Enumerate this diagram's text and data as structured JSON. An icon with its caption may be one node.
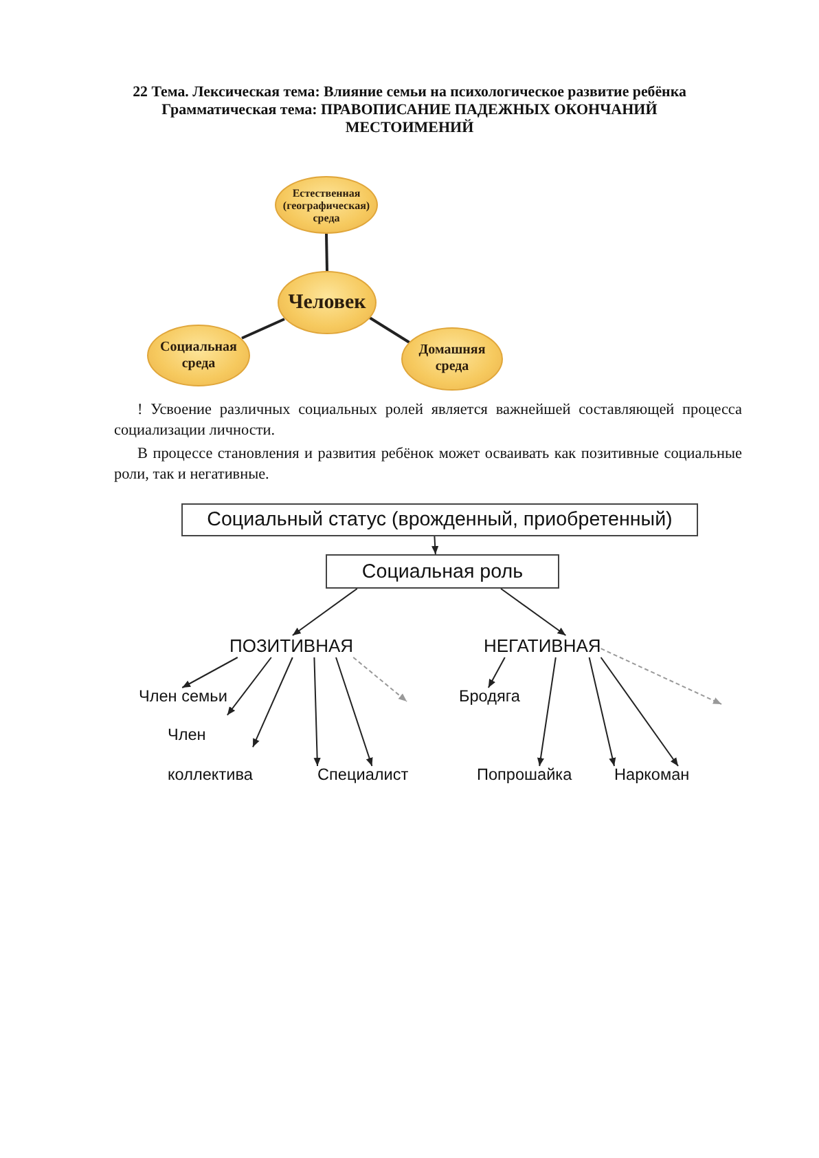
{
  "diagram": {
    "title": "22 Тема. Лексическая тема: Влияние семьи на психологическое развитие ребёнка",
    "nodes": [
      {
        "text": [
          "Естественная (географическая) среда"
        ]
      },
      {
        "text": [
          "Человек"
        ]
      },
      {
        "text": [
          "Социальная среда"
        ]
      },
      {
        "text": [
          "Домашняя среда"
        ]
      },
      {
        "text": [
          "Социальный статус (врожденный, приобретенный)"
        ]
      },
      {
        "text": [
          "Социальная роль"
        ]
      },
      {
        "text": [
          "ПОЗИТИВНАЯ"
        ]
      },
      {
        "text": [
          "НЕГАТИВНАЯ"
        ]
      },
      {
        "text": [
          "Член семьи"
        ]
      },
      {
        "text": [
          "Бродяга"
        ]
      },
      {
        "text": [
          "Член коллектива"
        ]
      },
      {
        "text": [
          "Специалист"
        ]
      },
      {
        "text": [
          "Попрошайка"
        ]
      },
      {
        "text": [
          "Наркоман"
        ]
      }
    ],
    "edges": [
      {
        "from": 1,
        "to": 0,
        "arrow": "none"
      },
      {
        "from": 1,
        "to": 2,
        "arrow": "none"
      },
      {
        "from": 1,
        "to": 3,
        "arrow": "none"
      },
      {
        "from": 4,
        "to": 5,
        "arrow": "to"
      },
      {
        "from": 5,
        "to": 6,
        "arrow": "to"
      },
      {
        "from": 5,
        "to": 7,
        "arrow": "to"
      },
      {
        "from": 6,
        "to": 8,
        "arrow": "to"
      },
      {
        "from": 6,
        "to": 10,
        "arrow": "to"
      },
      {
        "from": 6,
        "to": 10,
        "arrow": "to"
      },
      {
        "from": 6,
        "to": 11,
        "arrow": "to"
      },
      {
        "from": 6,
        "to": 11,
        "arrow": "to"
      },
      {
        "from": 6,
        "to": null,
        "arrow": "to",
        "style": "dashed",
        "color": "#999999"
      },
      {
        "from": 7,
        "to": 9,
        "arrow": "to"
      },
      {
        "from": 7,
        "to": 12,
        "arrow": "to"
      },
      {
        "from": 7,
        "to": 13,
        "arrow": "to"
      },
      {
        "from": 7,
        "to": 13,
        "arrow": "to"
      },
      {
        "from": 7,
        "to": null,
        "arrow": "to",
        "style": "dashed",
        "color": "#999999"
      }
    ],
    "labels": [
      "Грамматическая тема: ПРАВОПИСАНИЕ ПАДЕЖНЫХ ОКОНЧАНИЙ МЕСТОИМЕНИЙ",
      "! Усвоение различных социальных ролей является важнейшей составляющей процесса социализации личности.",
      "В процессе становления и развития ребёнок может осваивать как позитивные социальные роли, так и негативные."
    ]
  }
}
